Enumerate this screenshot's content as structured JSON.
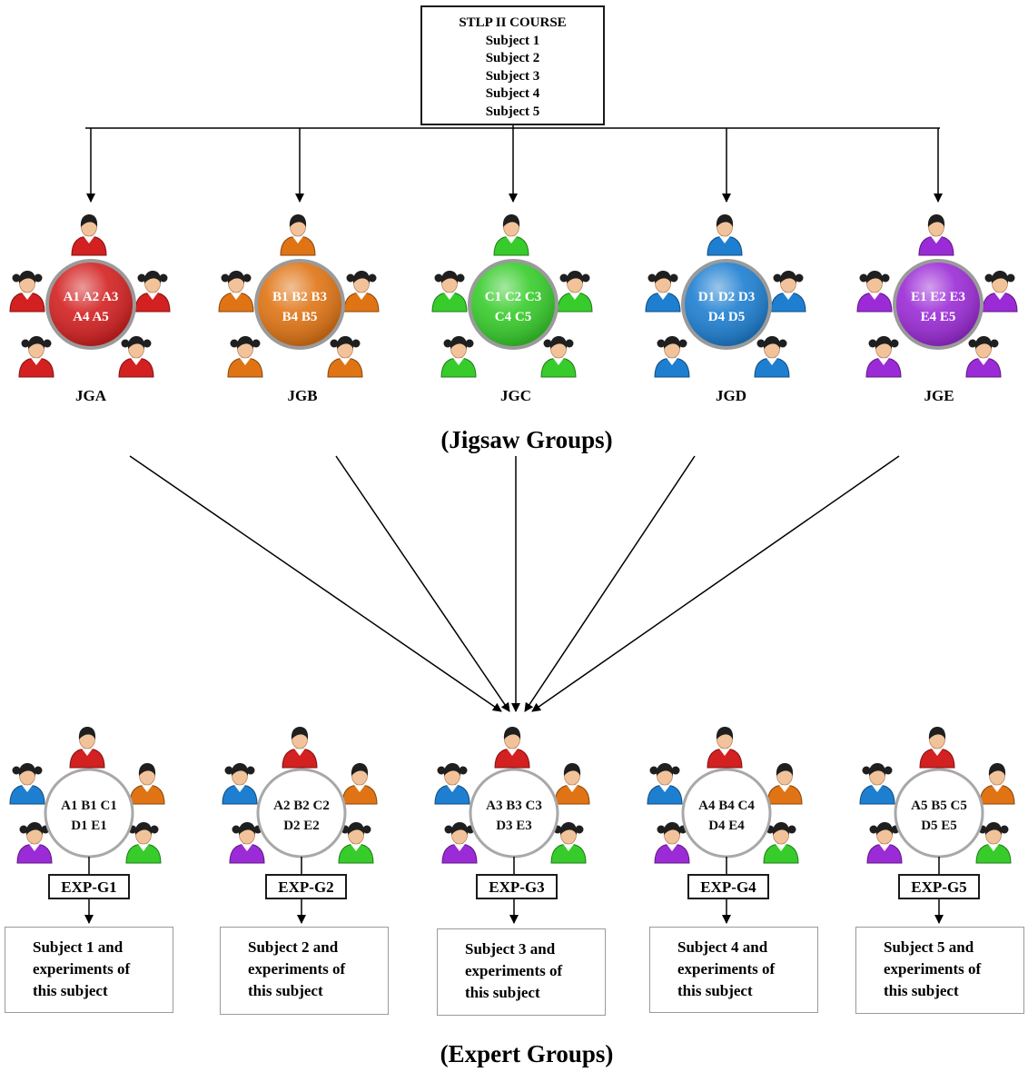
{
  "course": {
    "title": "STLP II COURSE",
    "subjects": [
      "Subject 1",
      "Subject 2",
      "Subject 3",
      "Subject 4",
      "Subject 5"
    ]
  },
  "jigsaw_groups": [
    {
      "label": "JGA",
      "color": "#d32020",
      "line1": [
        "A1",
        "A2",
        "A3"
      ],
      "line2": [
        "A4",
        "A5"
      ]
    },
    {
      "label": "JGB",
      "color": "#e07414",
      "line1": [
        "B1",
        "B2",
        "B3"
      ],
      "line2": [
        "B4",
        "B5"
      ]
    },
    {
      "label": "JGC",
      "color": "#37cc2b",
      "line1": [
        "C1",
        "C2",
        "C3"
      ],
      "line2": [
        "C4",
        "C5"
      ]
    },
    {
      "label": "JGD",
      "color": "#1e7fd1",
      "line1": [
        "D1",
        "D2",
        "D3"
      ],
      "line2": [
        "D4",
        "D5"
      ]
    },
    {
      "label": "JGE",
      "color": "#9b2bd6",
      "line1": [
        "E1",
        "E2",
        "E3"
      ],
      "line2": [
        "E4",
        "E5"
      ]
    }
  ],
  "jigsaw_title": "(Jigsaw Groups)",
  "expert_groups": [
    {
      "label": "EXP-G1",
      "line1": [
        "A1",
        "B1",
        "C1"
      ],
      "line2": [
        "D1",
        "E1"
      ],
      "outcome": [
        "Subject 1 and",
        "experiments of",
        "this subject"
      ]
    },
    {
      "label": "EXP-G2",
      "line1": [
        "A2",
        "B2",
        "C2"
      ],
      "line2": [
        "D2",
        "E2"
      ],
      "outcome": [
        "Subject 2 and",
        "experiments of",
        "this subject"
      ]
    },
    {
      "label": "EXP-G3",
      "line1": [
        "A3",
        "B3",
        "C3"
      ],
      "line2": [
        "D3",
        "E3"
      ],
      "outcome": [
        "Subject 3 and",
        "experiments of",
        "this subject"
      ]
    },
    {
      "label": "EXP-G4",
      "line1": [
        "A4",
        "B4",
        "C4"
      ],
      "line2": [
        "D4",
        "E4"
      ],
      "outcome": [
        "Subject 4 and",
        "experiments of",
        "this subject"
      ]
    },
    {
      "label": "EXP-G5",
      "line1": [
        "A5",
        "B5",
        "C5"
      ],
      "line2": [
        "D5",
        "E5"
      ],
      "outcome": [
        "Subject 5 and",
        "experiments of",
        "this subject"
      ]
    }
  ],
  "expert_title": "(Expert Groups)",
  "member_colors": [
    "#d32020",
    "#e07414",
    "#37cc2b",
    "#1e7fd1",
    "#9b2bd6"
  ],
  "icons": {
    "student": "student-icon",
    "arrow": "arrow-down-icon"
  }
}
